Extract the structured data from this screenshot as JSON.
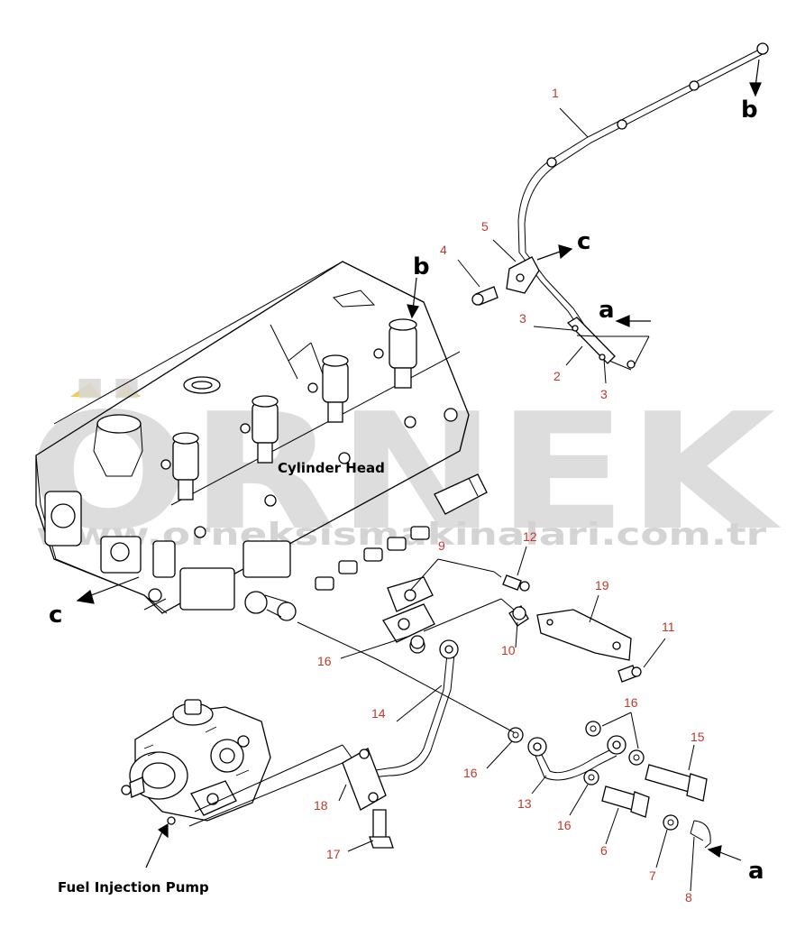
{
  "watermark": {
    "brand": "ÖRNEK",
    "site": "www.orneksismakinalari.com.tr",
    "brand_color": "#d8d8d8",
    "accent_color": "#f0cc5a"
  },
  "captions": {
    "cylinder_head": "Cylinder Head",
    "fuel_injection_pump": "Fuel Injection Pump"
  },
  "reference_letters": {
    "a": "a",
    "b": "b",
    "c": "c"
  },
  "part_numbers": {
    "p1": "1",
    "p2": "2",
    "p3a": "3",
    "p3b": "3",
    "p4": "4",
    "p5": "5",
    "p6": "6",
    "p7": "7",
    "p8": "8",
    "p9": "9",
    "p10": "10",
    "p11": "11",
    "p12": "12",
    "p13": "13",
    "p14": "14",
    "p15": "15",
    "p16a": "16",
    "p16b": "16",
    "p16c": "16",
    "p16d": "16",
    "p17": "17",
    "p18": "18",
    "p19": "19"
  },
  "colors": {
    "part_number": "#c0392b",
    "line": "#000000"
  }
}
